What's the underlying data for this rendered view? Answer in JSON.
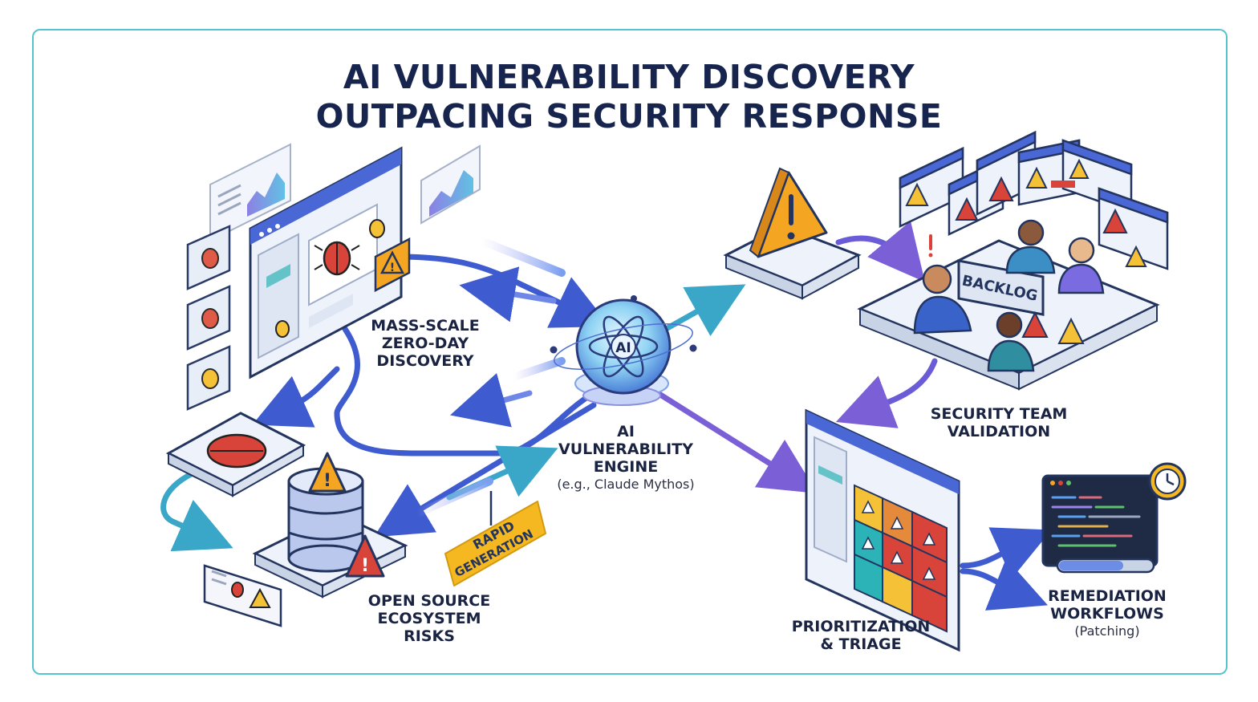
{
  "title": {
    "line1": "AI VULNERABILITY DISCOVERY",
    "line2": "OUTPACING SECURITY RESPONSE"
  },
  "labels": {
    "mass_scale": [
      "MASS-SCALE",
      "ZERO-DAY",
      "DISCOVERY"
    ],
    "engine": [
      "AI",
      "VULNERABILITY",
      "ENGINE"
    ],
    "engine_note": "(e.g., Claude Mythos)",
    "open_source": [
      "OPEN SOURCE",
      "ECOSYSTEM",
      "RISKS"
    ],
    "security_team": [
      "SECURITY TEAM",
      "VALIDATION"
    ],
    "prioritization": [
      "PRIORITIZATION",
      "& TRIAGE"
    ],
    "remediation": [
      "REMEDIATION",
      "WORKFLOWS"
    ],
    "remediation_note": "(Patching)"
  },
  "badges": {
    "core": "AI",
    "backlog": "BACKLOG",
    "rapid": [
      "RAPID",
      "GENERATION"
    ]
  },
  "colors": {
    "navy": "#17254e",
    "frame": "#56c3d2",
    "flow_blue": "#3f5bd0",
    "flow_teal": "#3aa7c9",
    "warning": "#f4a623",
    "bug_red": "#d9443a",
    "rapid_tag": "#f5b820"
  },
  "icons": [
    "bug-icon",
    "warning-icon",
    "database-icon",
    "ai-atom-icon",
    "clock-icon",
    "code-monitor-icon",
    "people-icon"
  ]
}
